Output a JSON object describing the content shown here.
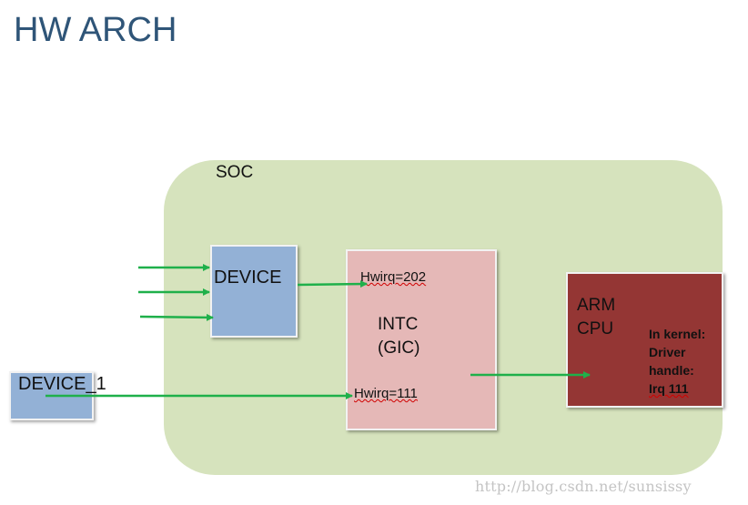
{
  "title": "HW ARCH",
  "soc": {
    "label": "SOC"
  },
  "device": {
    "label": "DEVICE"
  },
  "device1": {
    "label": "DEVICE_1"
  },
  "intc": {
    "hwirq_top": "Hwirq=202",
    "label_line1": "INTC",
    "label_line2": "(GIC)",
    "hwirq_bottom": "Hwirq=111"
  },
  "cpu": {
    "label_line1": "ARM",
    "label_line2": "CPU",
    "note_lines": [
      "In kernel:",
      "Driver",
      "handle:",
      "Irq 111"
    ]
  },
  "watermark": "http://blog.csdn.net/sunsissy",
  "colors": {
    "title": "#2f5578",
    "soc": "#d6e3bd",
    "device": "#93b1d6",
    "intc": "#e5b8b7",
    "cpu": "#943634",
    "arrow": "#1fb04a"
  }
}
